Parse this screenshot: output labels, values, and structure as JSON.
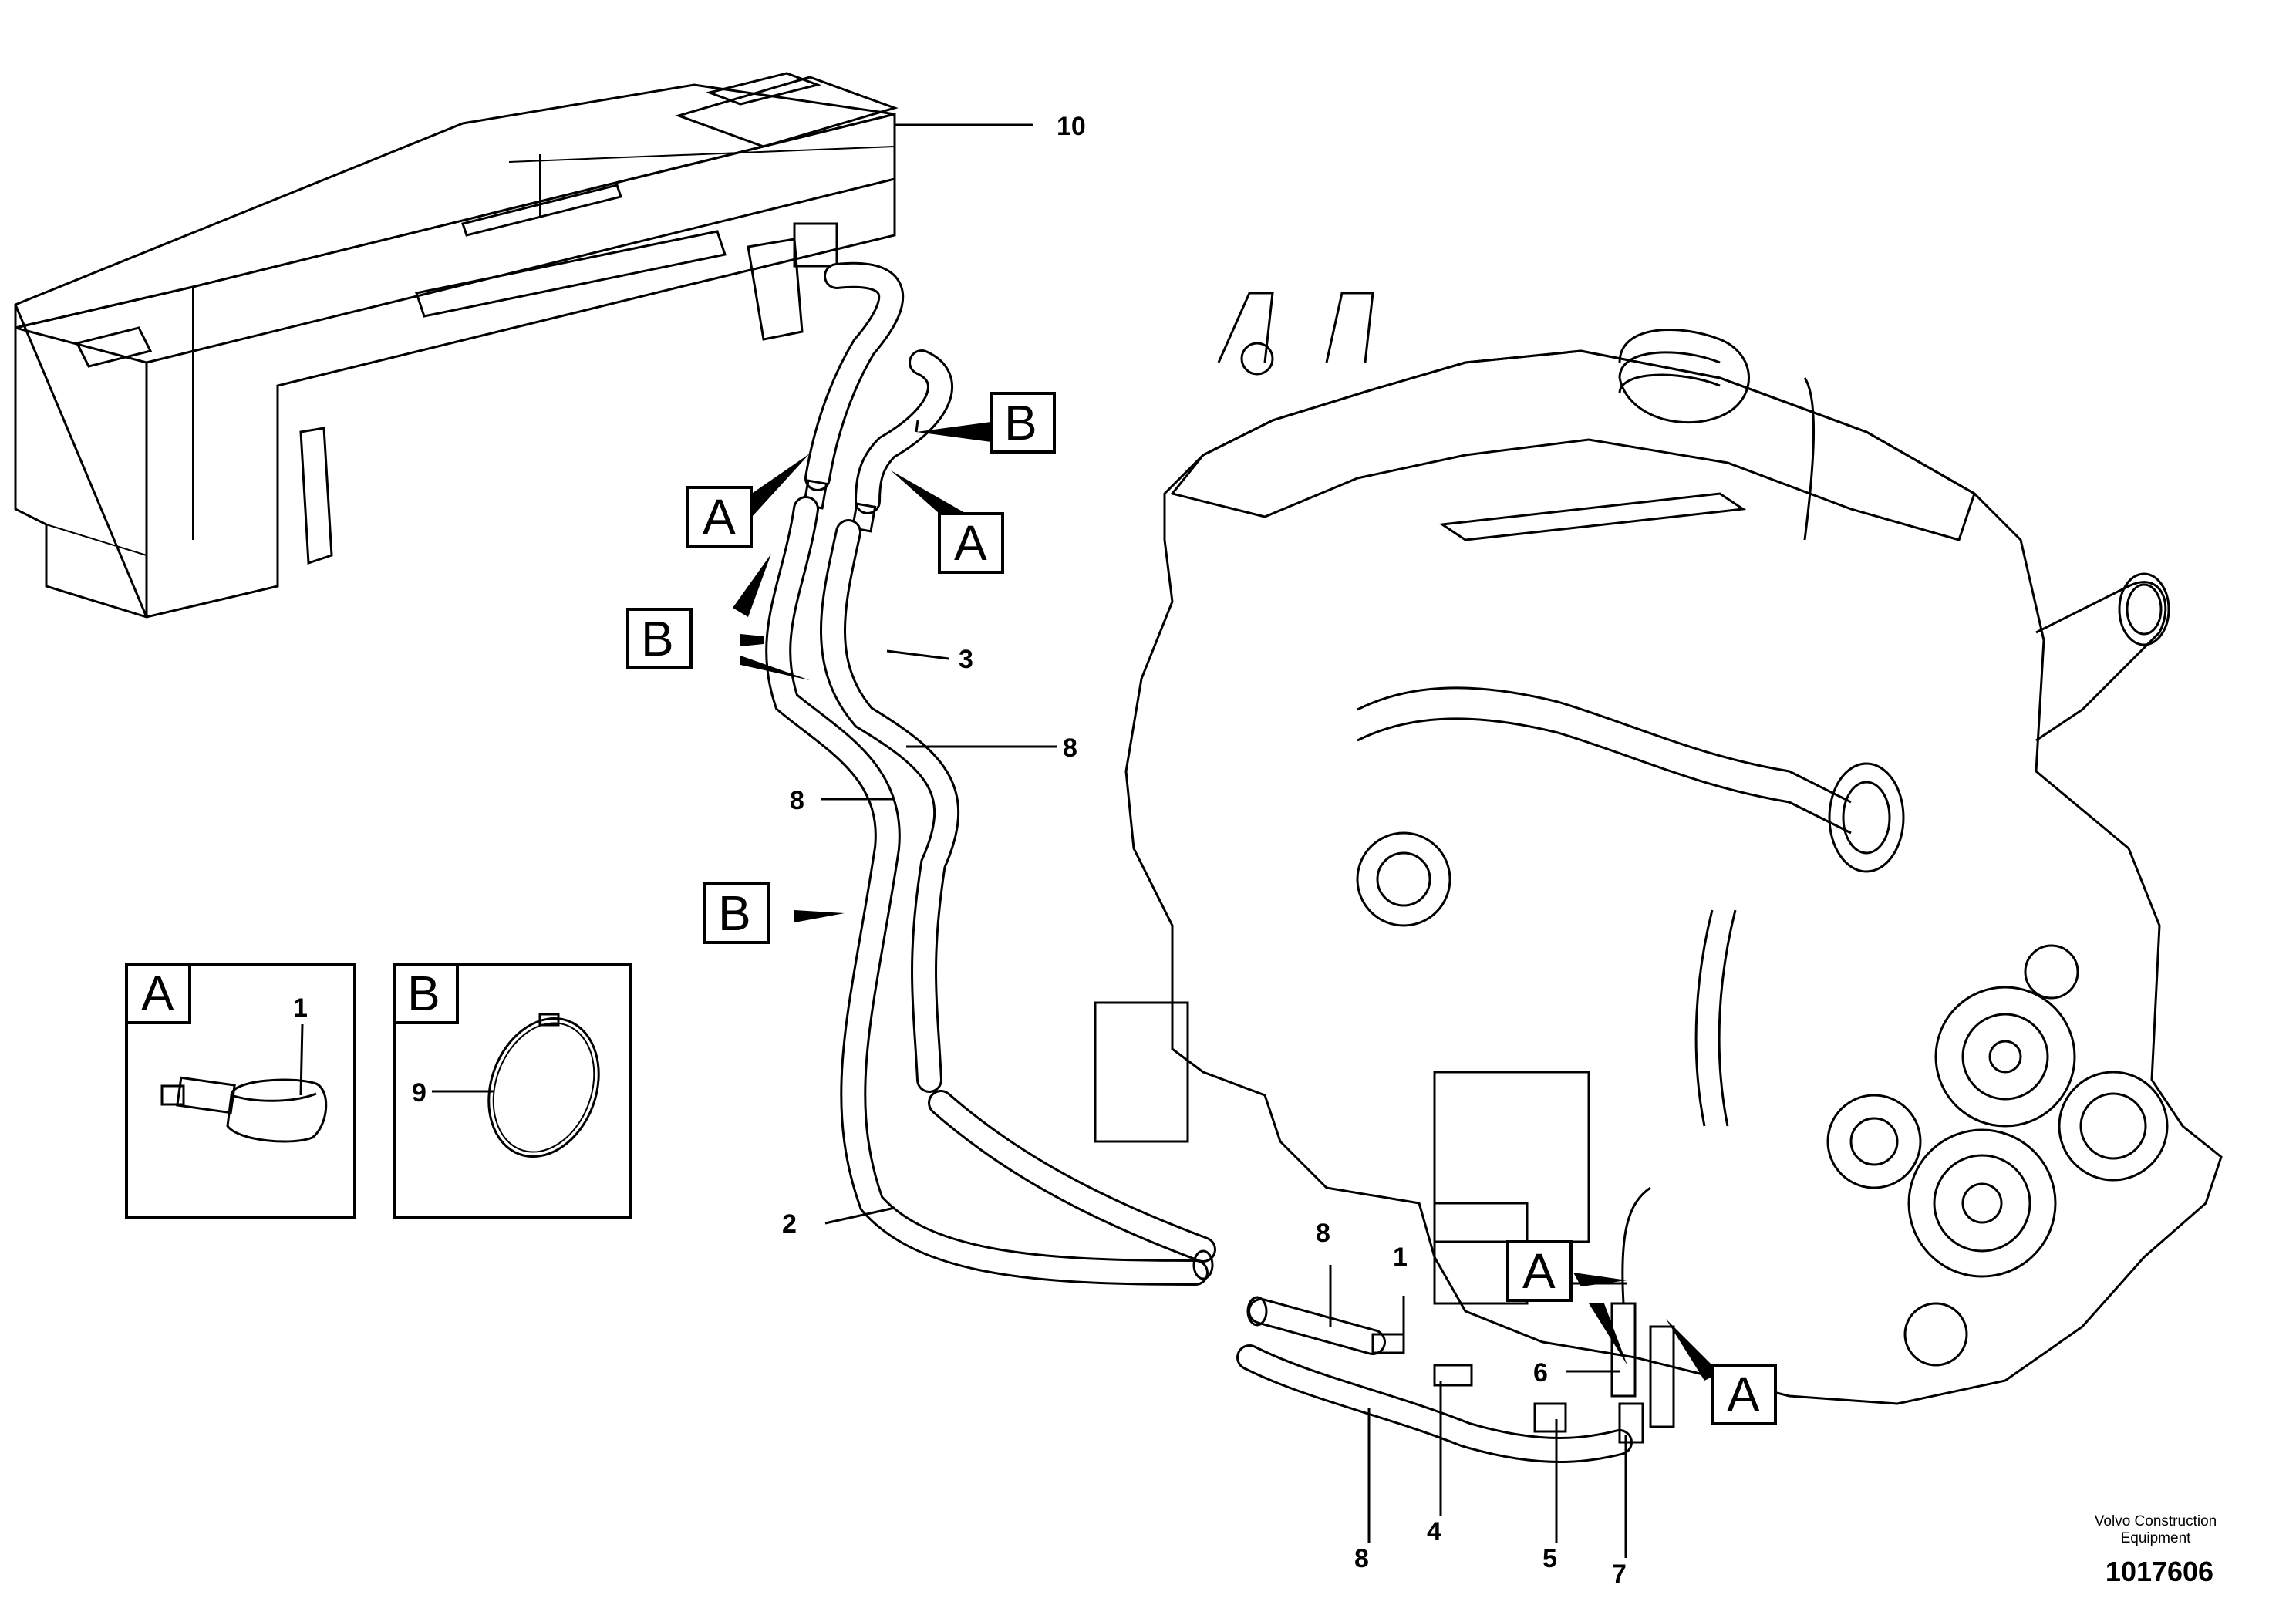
{
  "callouts": {
    "c10": "10",
    "c3": "3",
    "c8_upper_right": "8",
    "c8_upper_left": "8",
    "c2": "2",
    "c8_lower_top": "8",
    "c1_lower": "1",
    "c6": "6",
    "c8_lower_bottom": "8",
    "c4": "4",
    "c5": "5",
    "c7": "7"
  },
  "view_markers": {
    "b_top": "B",
    "a_upper_left": "A",
    "a_upper_right": "A",
    "b_middle": "B",
    "b_lower": "B",
    "a_engine_upper": "A",
    "a_engine_lower": "A"
  },
  "detail_views": {
    "a": {
      "letter": "A",
      "part_label": "1"
    },
    "b": {
      "letter": "B",
      "part_label": "9"
    }
  },
  "credit": {
    "line1": "Volvo Construction",
    "line2": "Equipment"
  },
  "figure_number": "1017606"
}
